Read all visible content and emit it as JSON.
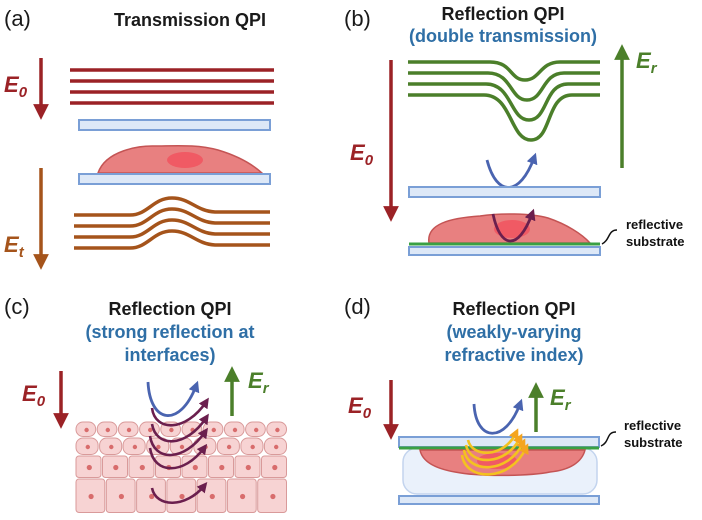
{
  "panels": {
    "a": {
      "label": "(a)",
      "title": "Transmission QPI"
    },
    "b": {
      "label": "(b)",
      "title": "Reflection QPI",
      "subtitle": "(double transmission)",
      "side_line1": "reflective",
      "side_line2": "substrate"
    },
    "c": {
      "label": "(c)",
      "title": "Reflection QPI",
      "subtitle_line1": "(strong reflection at",
      "subtitle_line2": "interfaces)"
    },
    "d": {
      "label": "(d)",
      "title": "Reflection QPI",
      "subtitle_line1": "(weakly-varying",
      "subtitle_line2": "refractive index)",
      "side_line1": "reflective",
      "side_line2": "substrate"
    }
  },
  "symbols": {
    "e0": "E",
    "e0_sub": "0",
    "et": "E",
    "et_sub": "t",
    "er": "E",
    "er_sub": "r"
  },
  "colors": {
    "incident": "#9b2226",
    "transmitted": "#a5541b",
    "reflected": "#4b7f2a",
    "ray_blue": "#4a64b0",
    "ray_purple": "#6b1f4e",
    "ray_yellow": "#f4c21f",
    "glass_fill": "#dde8f7",
    "glass_stroke": "#7a9fd6",
    "cell_fill": "#e88080",
    "cell_stroke": "#c45454",
    "nucleus": "#f05a64",
    "tissue_fill": "#f7d3d3",
    "tissue_stroke": "#d99a9a",
    "green_layer": "#3aa043"
  }
}
